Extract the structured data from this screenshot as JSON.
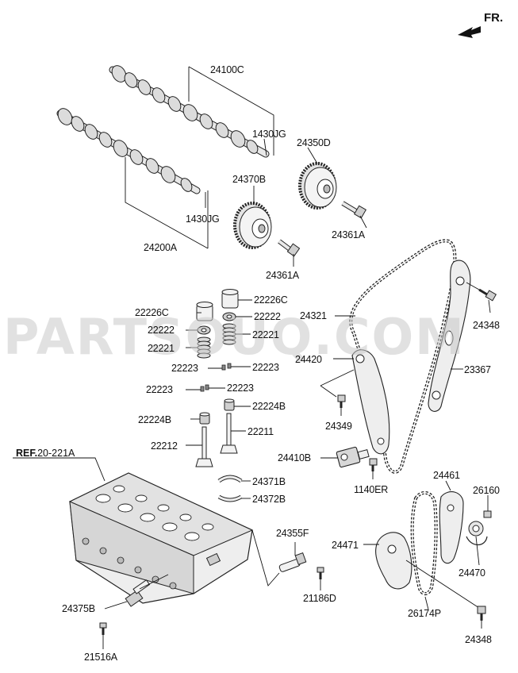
{
  "header": {
    "direction_label": "FR."
  },
  "watermark": "PARTSOUQ.COM",
  "reference": {
    "prefix": "REF.",
    "code": "20-221A"
  },
  "labels": {
    "c24100C": "24100C",
    "c1430JG_a": "1430JG",
    "c24350D": "24350D",
    "c24370B": "24370B",
    "c1430JG_b": "1430JG",
    "c24361A_a": "24361A",
    "c24200A": "24200A",
    "c24361A_b": "24361A",
    "c22226C_a": "22226C",
    "c22226C_b": "22226C",
    "c22222_a": "22222",
    "c22222_b": "22222",
    "c22221_a": "22221",
    "c22221_b": "22221",
    "c22223_a": "22223",
    "c22223_b": "22223",
    "c22223_c": "22223",
    "c22223_d": "22223",
    "c22224B_a": "22224B",
    "c22224B_b": "22224B",
    "c22212": "22212",
    "c22211": "22211",
    "c24371B": "24371B",
    "c24372B": "24372B",
    "c24321": "24321",
    "c24348_a": "24348",
    "c24420": "24420",
    "c23367": "23367",
    "c24349": "24349",
    "c24410B": "24410B",
    "c1140ER": "1140ER",
    "c24461": "24461",
    "c26160": "26160",
    "c24471": "24471",
    "c24470": "24470",
    "c26174P": "26174P",
    "c24348_b": "24348",
    "c24355F": "24355F",
    "c21186D": "21186D",
    "c24375B": "24375B",
    "c21516A": "21516A"
  }
}
